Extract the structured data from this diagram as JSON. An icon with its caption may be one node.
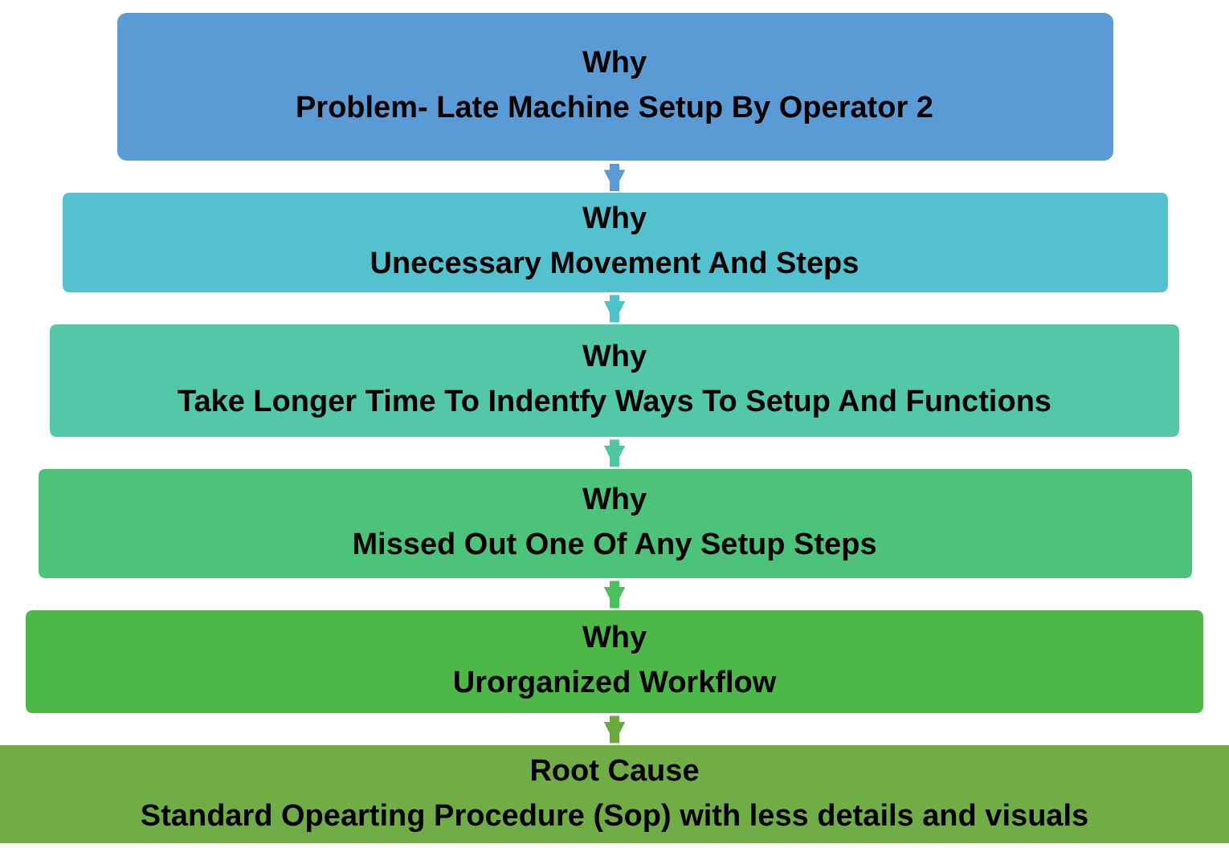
{
  "diagram": {
    "nodes": [
      {
        "text": [
          "Why",
          "Problem- Late Machine Setup  By Operator 2"
        ]
      },
      {
        "text": [
          "Why",
          "Unecessary Movement And Steps"
        ]
      },
      {
        "text": [
          "Why",
          "Take Longer Time To Indentfy Ways To Setup And Functions"
        ]
      },
      {
        "text": [
          "Why",
          "Missed Out One Of Any Setup  Steps"
        ]
      },
      {
        "text": [
          "Why",
          "Urorganized Workflow"
        ]
      },
      {
        "text": [
          "Root Cause",
          "Standard Opearting Procedure (Sop) with less details and visuals"
        ]
      }
    ],
    "edges": [
      {
        "from": 0,
        "to": 1,
        "arrow": "to",
        "color": "#5b9bd5"
      },
      {
        "from": 1,
        "to": 2,
        "arrow": "to",
        "color": "#4fc1cc"
      },
      {
        "from": 2,
        "to": 3,
        "arrow": "to",
        "color": "#4fc8a0"
      },
      {
        "from": 3,
        "to": 4,
        "arrow": "to",
        "color": "#4cbf5e"
      },
      {
        "from": 4,
        "to": 5,
        "arrow": "to",
        "color": "#6aaa3e"
      }
    ]
  }
}
